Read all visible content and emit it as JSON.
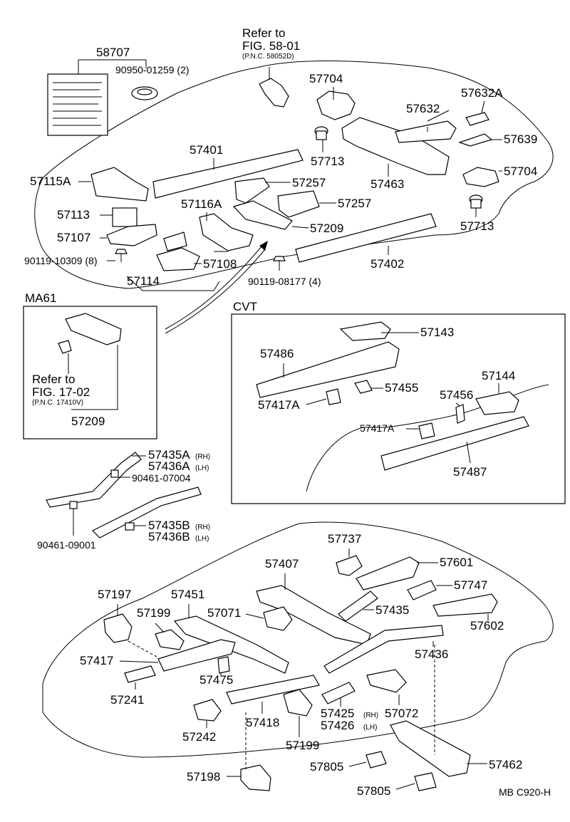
{
  "diagram": {
    "footer_code": "MB  C920-H",
    "refs": {
      "top": {
        "line1": "Refer to",
        "line2": "FIG. 58-01",
        "line3": "(P.N.C. 58052D)"
      },
      "ma61": {
        "line1": "Refer to",
        "line2": "FIG. 17-02",
        "line3": "(P.N.C. 17410V)"
      }
    },
    "sections": {
      "ma61": "MA61",
      "cvt": "CVT"
    },
    "labels": {
      "p58707": "58707",
      "p90950": "90950-01259 (2)",
      "p57704a": "57704",
      "p57632a": "57632A",
      "p57632": "57632",
      "p57639": "57639",
      "p57713a": "57713",
      "p57704b": "57704",
      "p57401": "57401",
      "p57463": "57463",
      "p57115a": "57115A",
      "p57257a": "57257",
      "p57257b": "57257",
      "p57116a": "57116A",
      "p57713b": "57713",
      "p57113": "57113",
      "p57209a": "57209",
      "p57107": "57107",
      "p57402": "57402",
      "p90119a": "90119-10309 (8)",
      "p57108": "57108",
      "p57114": "57114",
      "p90119b": "90119-08177 (4)",
      "p57209b": "57209",
      "p57143": "57143",
      "p57486": "57486",
      "p57455": "57455",
      "p57144": "57144",
      "p57417a1": "57417A",
      "p57456": "57456",
      "p57417a2": "57417A",
      "p57487": "57487",
      "p57435a": "57435A",
      "p57435a_s": "(RH)",
      "p57436a": "57436A",
      "p57436a_s": "(LH)",
      "p90461a": "90461-07004",
      "p57435b": "57435B",
      "p57435b_s": "(RH)",
      "p57436b": "57436B",
      "p57436b_s": "(LH)",
      "p90461b": "90461-09001",
      "p57737": "57737",
      "p57601": "57601",
      "p57407": "57407",
      "p57747": "57747",
      "p57197": "57197",
      "p57451": "57451",
      "p57435": "57435",
      "p57199a": "57199",
      "p57071": "57071",
      "p57602": "57602",
      "p57417": "57417",
      "p57436": "57436",
      "p57475": "57475",
      "p57241": "57241",
      "p57072": "57072",
      "p57425": "57425",
      "p57425_s": "(RH)",
      "p57426": "57426",
      "p57426_s": "(LH)",
      "p57242": "57242",
      "p57418": "57418",
      "p57199b": "57199",
      "p57805a": "57805",
      "p57462": "57462",
      "p57198": "57198",
      "p57805b": "57805"
    }
  }
}
